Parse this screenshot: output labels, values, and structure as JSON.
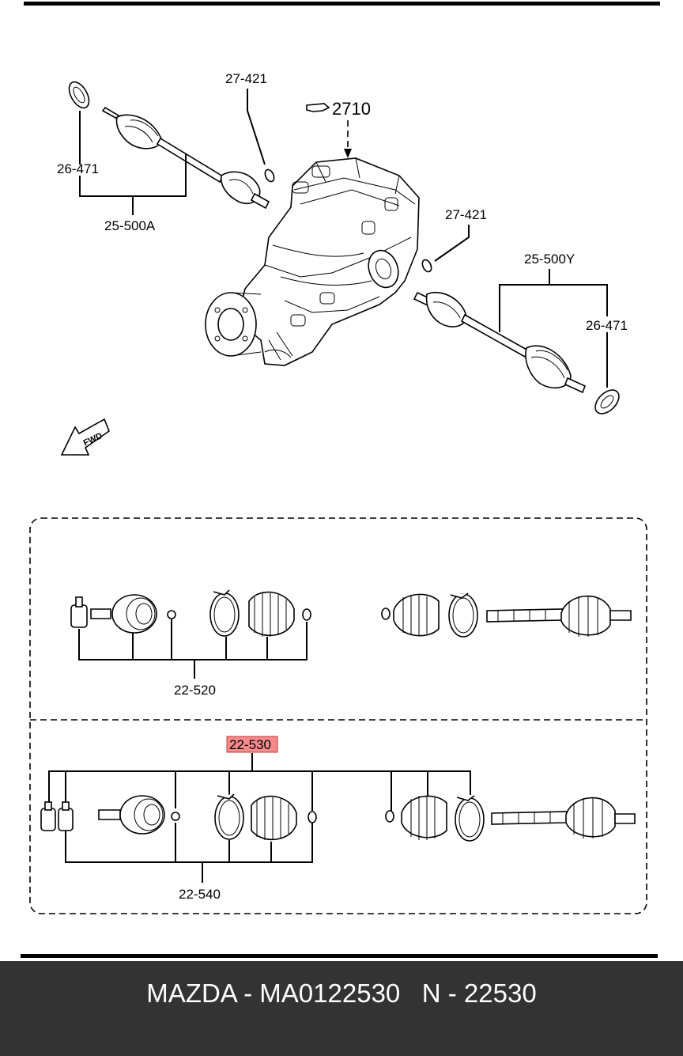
{
  "labels": {
    "top": {
      "a": "27-421",
      "b": "2710",
      "c": "26-471",
      "d": "25-500A",
      "e": "27-421",
      "f": "25-500Y",
      "g": "26-471"
    },
    "fwd": "FWD",
    "kit": {
      "outer": "22-520",
      "highlighted": "22-530",
      "inner": "22-540"
    }
  },
  "colors": {
    "highlight": "#f58a8a",
    "footer_bg": "#333333"
  },
  "footer": {
    "text": "MAZDA - MA0122530   N - 22530"
  }
}
